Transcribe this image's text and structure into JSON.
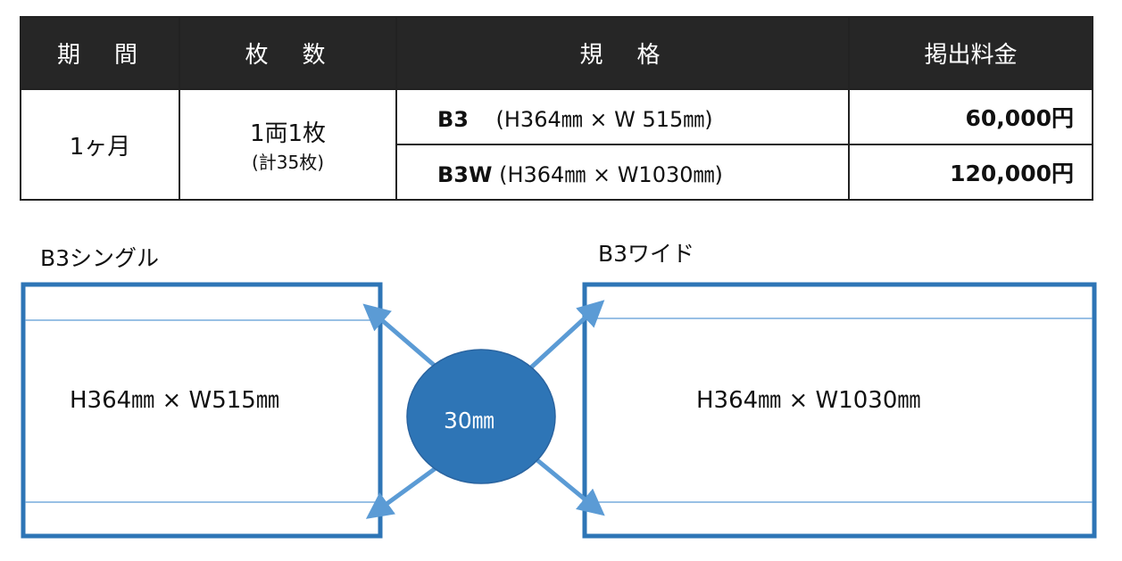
{
  "table": {
    "headers": [
      "期　間",
      "枚　数",
      "規　格",
      "掲出料金"
    ],
    "period": "1ヶ月",
    "count": "1両1枚",
    "count_total": "(計35枚)",
    "rows": [
      {
        "size_name": "B3",
        "size_dims": "(H364㎜ × W  515㎜)",
        "price": "60,000円"
      },
      {
        "size_name": "B3W",
        "size_dims": "(H364㎜ × W1030㎜)",
        "price": "120,000円"
      }
    ]
  },
  "diagram": {
    "single_label": "B3シングル",
    "single_dims": "H364㎜ × W515㎜",
    "wide_label": "B3ワイド",
    "wide_dims": "H364㎜ × W1030㎜",
    "margin_label": "30㎜",
    "colors": {
      "frame": "#2E75B6",
      "arrow": "#5B9BD5",
      "circle": "#2E75B6"
    }
  }
}
